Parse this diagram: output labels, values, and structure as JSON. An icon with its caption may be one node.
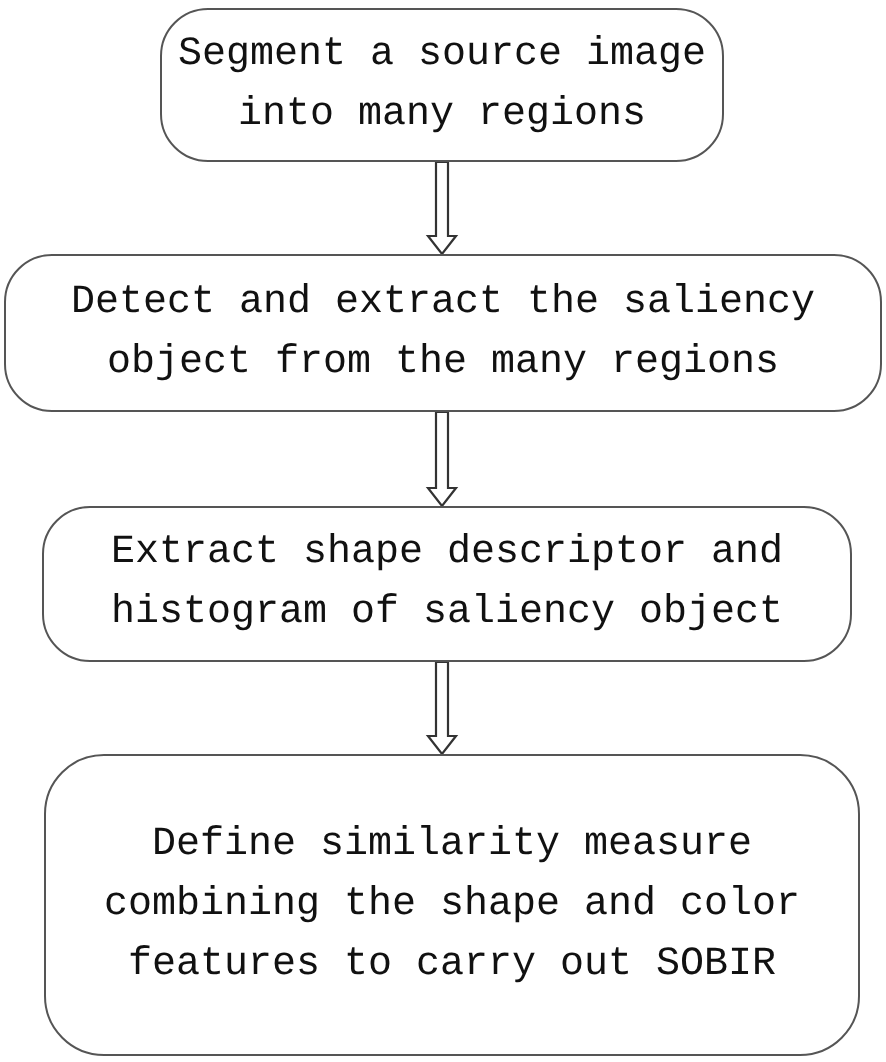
{
  "diagram": {
    "nodes": [
      {
        "text": [
          "Segment a source image into many regions"
        ]
      },
      {
        "text": [
          "Detect and extract the saliency object from the many regions"
        ]
      },
      {
        "text": [
          "Extract shape descriptor and histogram of saliency object"
        ]
      },
      {
        "text": [
          "Define similarity measure combining the shape and color features to carry out SOBIR"
        ]
      }
    ],
    "edges": [
      {
        "from": 0,
        "to": 1,
        "arrow": "to"
      },
      {
        "from": 1,
        "to": 2,
        "arrow": "to"
      },
      {
        "from": 2,
        "to": 3,
        "arrow": "to"
      }
    ]
  }
}
